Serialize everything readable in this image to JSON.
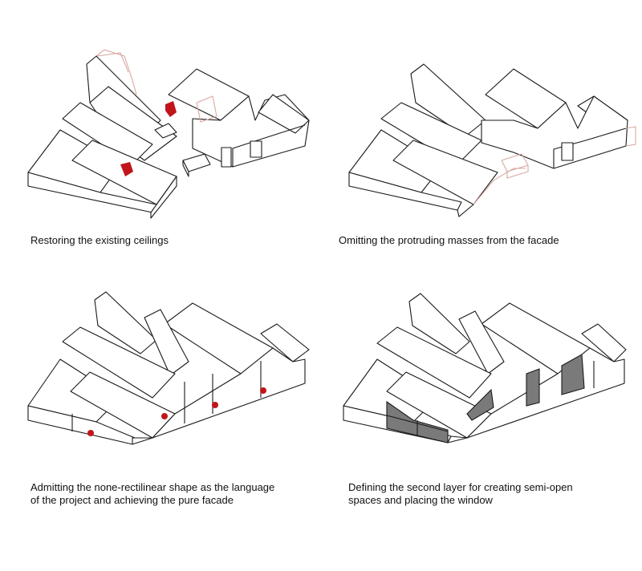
{
  "panels": [
    {
      "caption": "Restoring the existing ceilings"
    },
    {
      "caption": "Omitting the protruding masses from the facade"
    },
    {
      "caption": "Admitting the none-rectilinear shape as the language\nof the project and achieving the pure facade"
    },
    {
      "caption": "Defining the second layer for creating semi-open\nspaces and placing the window"
    }
  ],
  "colors": {
    "highlight": "#c0151b",
    "ghost_lines": "#d9a9a0",
    "window_fill": "#7a7a7a",
    "outline": "#1a1a1a"
  }
}
